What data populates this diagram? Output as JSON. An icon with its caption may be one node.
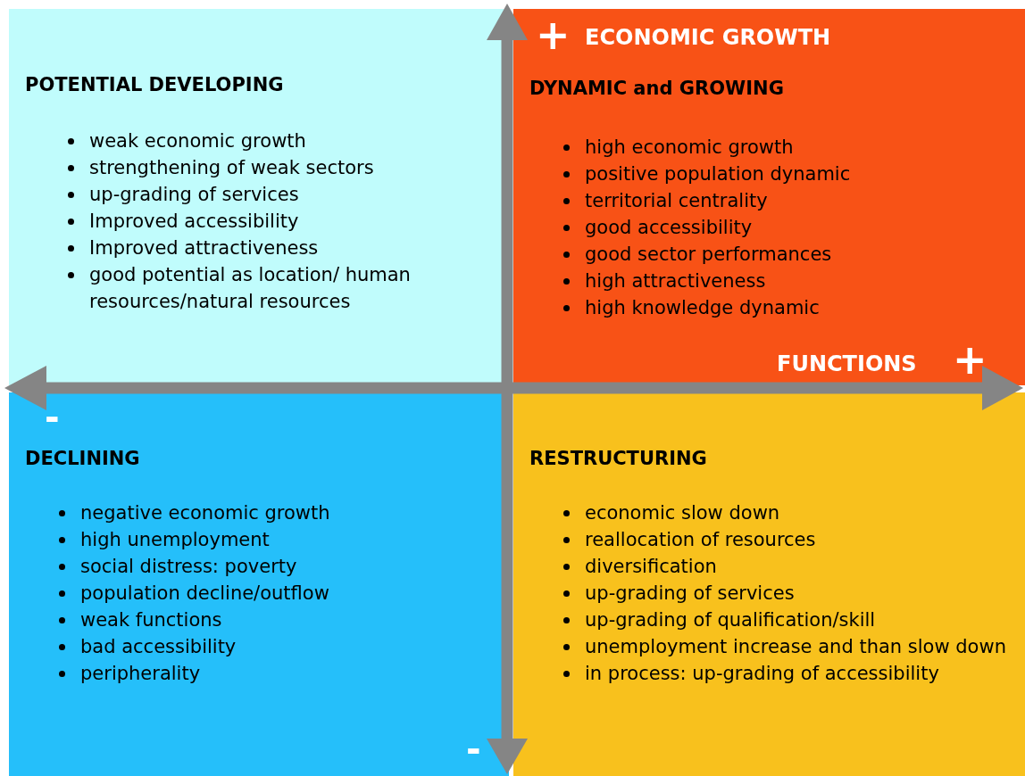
{
  "diagram": {
    "nodes": [
      {
        "text": [
          "POTENTIAL DEVELOPING",
          "weak economic growth",
          "strengthening of weak sectors",
          "up-grading of services",
          "Improved accessibility",
          "Improved attractiveness",
          "good potential as location/ human resources/natural resources"
        ]
      },
      {
        "text": [
          "DYNAMIC and GROWING",
          "high economic growth",
          "positive population dynamic",
          "territorial centrality",
          "good accessibility",
          "good sector performances",
          "high attractiveness",
          "high knowledge dynamic"
        ]
      },
      {
        "text": [
          "DECLINING",
          "negative economic growth",
          "high unemployment",
          "social distress: poverty",
          "population decline/outflow",
          "weak functions",
          "bad accessibility",
          "peripherality"
        ]
      },
      {
        "text": [
          "RESTRUCTURING",
          "economic slow down",
          "reallocation of resources",
          "diversification",
          "up-grading of services",
          "up-grading of qualification/skill",
          "unemployment increase and than slow down",
          "in process: up-grading of accessibility"
        ]
      }
    ],
    "labels": [
      "+",
      "ECONOMIC GROWTH",
      "FUNCTIONS",
      "+",
      "-",
      "-"
    ]
  }
}
